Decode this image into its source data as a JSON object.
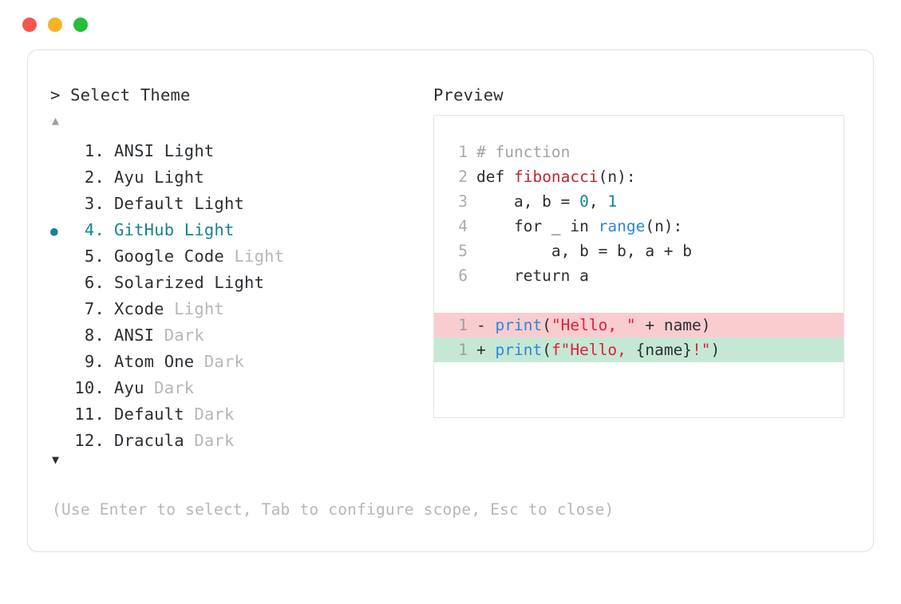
{
  "window": {
    "traffic_lights": [
      {
        "name": "close-button",
        "color": "#f2574f"
      },
      {
        "name": "minimize-button",
        "color": "#f5b325"
      },
      {
        "name": "maximize-button",
        "color": "#24be3d"
      }
    ]
  },
  "prompt": {
    "title": "> Select Theme",
    "scroll_up": "▲",
    "scroll_down": "▼",
    "bullet": "●"
  },
  "preview": {
    "header": "Preview"
  },
  "themes": [
    {
      "index": "1",
      "name": "ANSI",
      "suffix": "Light",
      "suffix_dim": false,
      "selected": false
    },
    {
      "index": "2",
      "name": "Ayu",
      "suffix": "Light",
      "suffix_dim": false,
      "selected": false
    },
    {
      "index": "3",
      "name": "Default",
      "suffix": "Light",
      "suffix_dim": false,
      "selected": false
    },
    {
      "index": "4",
      "name": "GitHub",
      "suffix": "Light",
      "suffix_dim": false,
      "selected": true
    },
    {
      "index": "5",
      "name": "Google Code",
      "suffix": "Light",
      "suffix_dim": true,
      "selected": false
    },
    {
      "index": "6",
      "name": "Solarized",
      "suffix": "Light",
      "suffix_dim": false,
      "selected": false
    },
    {
      "index": "7",
      "name": "Xcode",
      "suffix": "Light",
      "suffix_dim": true,
      "selected": false
    },
    {
      "index": "8",
      "name": "ANSI",
      "suffix": "Dark",
      "suffix_dim": true,
      "selected": false
    },
    {
      "index": "9",
      "name": "Atom One",
      "suffix": "Dark",
      "suffix_dim": true,
      "selected": false
    },
    {
      "index": "10",
      "name": "Ayu",
      "suffix": "Dark",
      "suffix_dim": true,
      "selected": false
    },
    {
      "index": "11",
      "name": "Default",
      "suffix": "Dark",
      "suffix_dim": true,
      "selected": false
    },
    {
      "index": "12",
      "name": "Dracula",
      "suffix": "Dark",
      "suffix_dim": true,
      "selected": false
    }
  ],
  "code_lines": [
    {
      "num": "1",
      "tokens": [
        {
          "t": "# function",
          "c": "comment"
        }
      ]
    },
    {
      "num": "2",
      "tokens": [
        {
          "t": "def ",
          "c": "kw"
        },
        {
          "t": "fibonacci",
          "c": "fn"
        },
        {
          "t": "(n):",
          "c": "plain"
        }
      ]
    },
    {
      "num": "3",
      "tokens": [
        {
          "t": "    a, b = ",
          "c": "plain"
        },
        {
          "t": "0",
          "c": "num"
        },
        {
          "t": ", ",
          "c": "plain"
        },
        {
          "t": "1",
          "c": "num"
        }
      ]
    },
    {
      "num": "4",
      "tokens": [
        {
          "t": "    for _ in ",
          "c": "plain"
        },
        {
          "t": "range",
          "c": "builtin"
        },
        {
          "t": "(n):",
          "c": "plain"
        }
      ]
    },
    {
      "num": "5",
      "tokens": [
        {
          "t": "        a, b = b, a + b",
          "c": "plain"
        }
      ]
    },
    {
      "num": "6",
      "tokens": [
        {
          "t": "    return a",
          "c": "plain"
        }
      ]
    }
  ],
  "diff_lines": [
    {
      "num": "1",
      "kind": "minus",
      "tokens": [
        {
          "t": "- ",
          "c": "sign"
        },
        {
          "t": "print",
          "c": "builtin"
        },
        {
          "t": "(",
          "c": "plain"
        },
        {
          "t": "\"Hello, \"",
          "c": "str"
        },
        {
          "t": " + name)",
          "c": "plain"
        }
      ]
    },
    {
      "num": "1",
      "kind": "plus",
      "tokens": [
        {
          "t": "+ ",
          "c": "sign"
        },
        {
          "t": "print",
          "c": "builtin"
        },
        {
          "t": "(",
          "c": "plain"
        },
        {
          "t": "f\"Hello, ",
          "c": "str"
        },
        {
          "t": "{name}",
          "c": "plain"
        },
        {
          "t": "!\"",
          "c": "str"
        },
        {
          "t": ")",
          "c": "plain"
        }
      ]
    }
  ],
  "footer": {
    "hint": "(Use Enter to select, Tab to configure scope, Esc to close)"
  }
}
